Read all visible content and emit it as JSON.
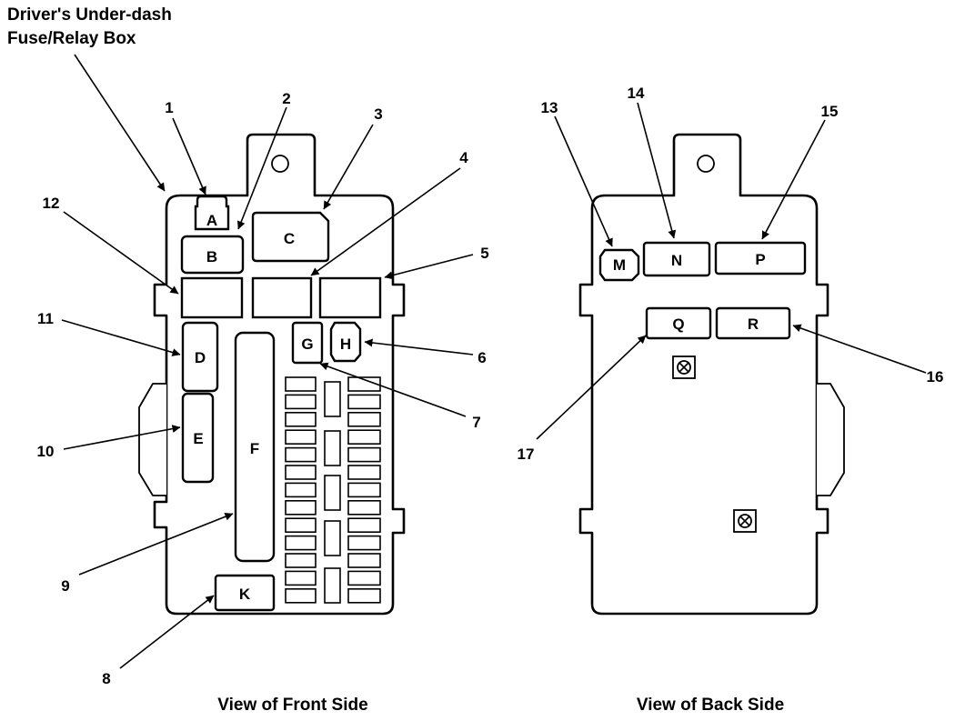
{
  "title_lines": [
    "Driver's Under-dash",
    "Fuse/Relay Box"
  ],
  "captions": {
    "front": "View of Front Side",
    "back": "View of Back Side"
  },
  "front_components": [
    "A",
    "B",
    "C",
    "D",
    "E",
    "F",
    "G",
    "H",
    "K"
  ],
  "back_components": [
    "M",
    "N",
    "P",
    "Q",
    "R"
  ],
  "callouts": [
    "1",
    "2",
    "3",
    "4",
    "5",
    "6",
    "7",
    "8",
    "9",
    "10",
    "11",
    "12",
    "13",
    "14",
    "15",
    "16",
    "17"
  ]
}
